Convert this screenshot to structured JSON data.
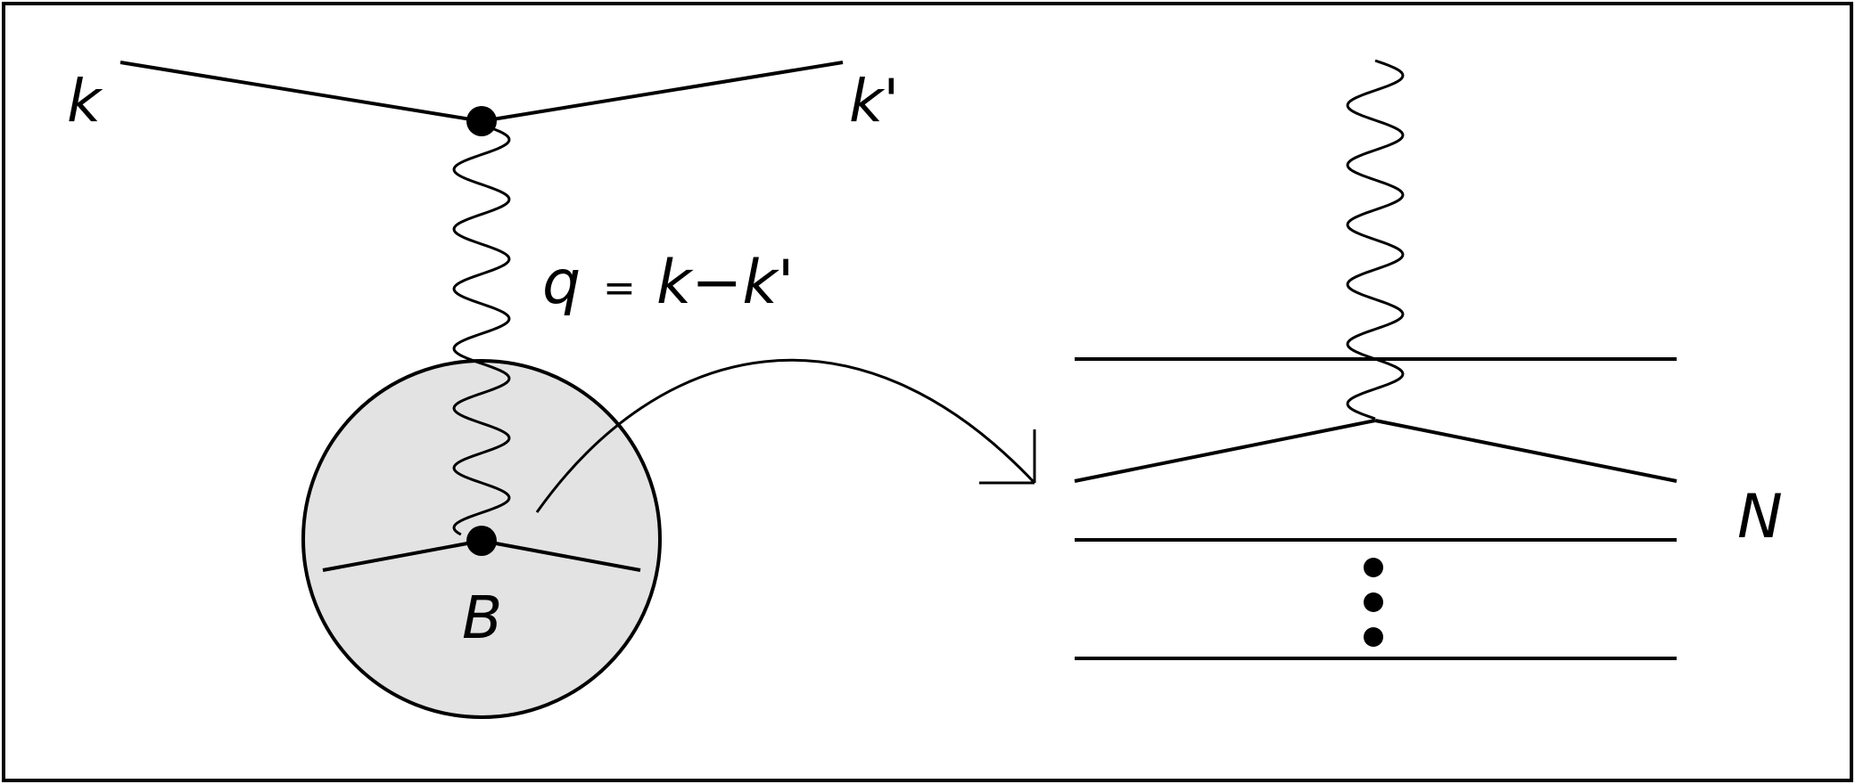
{
  "labels": {
    "k_in": "k",
    "k_out": "k'",
    "q_lhs": "q",
    "q_eq": "=",
    "q_rhs": "k−k'",
    "nucleus": "B",
    "nucleon": "N"
  },
  "colors": {
    "stroke": "#000000",
    "nucleus_fill": "#e3e3e3",
    "background": "#ffffff"
  },
  "icons": {
    "vertex": "filled-circle",
    "arrow": "curved-arrow",
    "ellipsis": "vertical-dots"
  }
}
